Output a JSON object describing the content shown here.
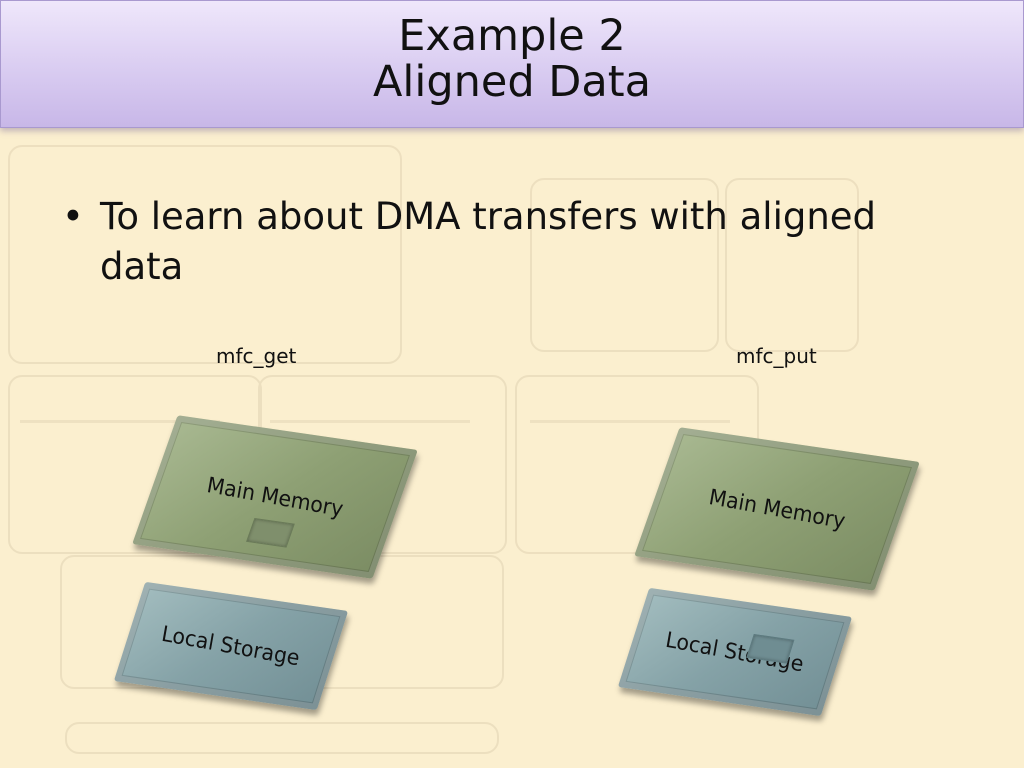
{
  "slide": {
    "title_line1": "Example 2",
    "title_line2": "Aligned Data",
    "bullet": "To learn about DMA transfers with aligned data"
  },
  "diagrams": [
    {
      "caption": "mfc_get",
      "main_memory_label": "Main Memory",
      "local_storage_label": "Local Storage"
    },
    {
      "caption": "mfc_put",
      "main_memory_label": "Main Memory",
      "local_storage_label": "Local Storage"
    }
  ],
  "colors": {
    "background": "#fbefcf",
    "title_bar": "#d9ccf1",
    "main_memory": "#8ea074",
    "local_storage": "#85a2a7"
  }
}
